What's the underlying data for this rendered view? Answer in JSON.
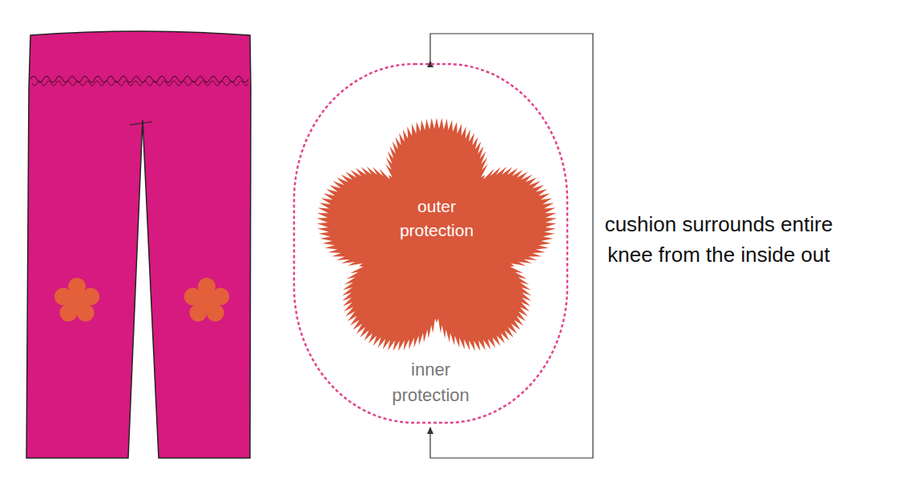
{
  "diagram": {
    "nodes": [
      {
        "text": [
          "inner protection"
        ]
      },
      {
        "text": [
          "outer protection"
        ],
        "in": 0
      }
    ],
    "labels": [
      "cushion surrounds entire knee from the inside out"
    ]
  }
}
